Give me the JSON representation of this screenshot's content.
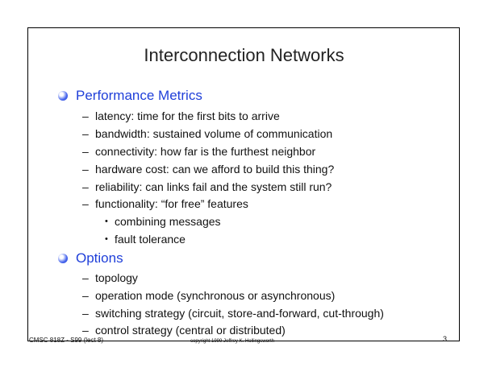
{
  "slide": {
    "title": "Interconnection Networks",
    "sections": [
      {
        "label": "Performance Metrics",
        "items": [
          "latency: time for the first bits to arrive",
          "bandwidth: sustained volume of communication",
          "connectivity: how far is the furthest neighbor",
          "hardware cost: can we afford to build this thing?",
          "reliability: can links fail and the system still run?",
          "functionality: “for free” features"
        ],
        "subitems": [
          "combining messages",
          "fault tolerance"
        ]
      },
      {
        "label": "Options",
        "items": [
          "topology",
          "operation mode (synchronous or asynchronous)",
          "switching strategy (circuit, store-and-forward, cut-through)",
          "control strategy (central or distributed)"
        ]
      }
    ],
    "dash_glyph": "–",
    "subbullet_glyph": "•",
    "footer": {
      "course": "CMSC 818Z - S99  (lect 8)",
      "copyright": "copyright 1999 Jeffrey K. Hollingsworth",
      "page_number": "3"
    }
  },
  "colors": {
    "section_label": "#1f3fd9",
    "bullet": "#2a4ae0",
    "text": "#111111",
    "frame": "#000000"
  },
  "icons": {
    "section_bullet": "blue-sphere-bullet-icon"
  }
}
